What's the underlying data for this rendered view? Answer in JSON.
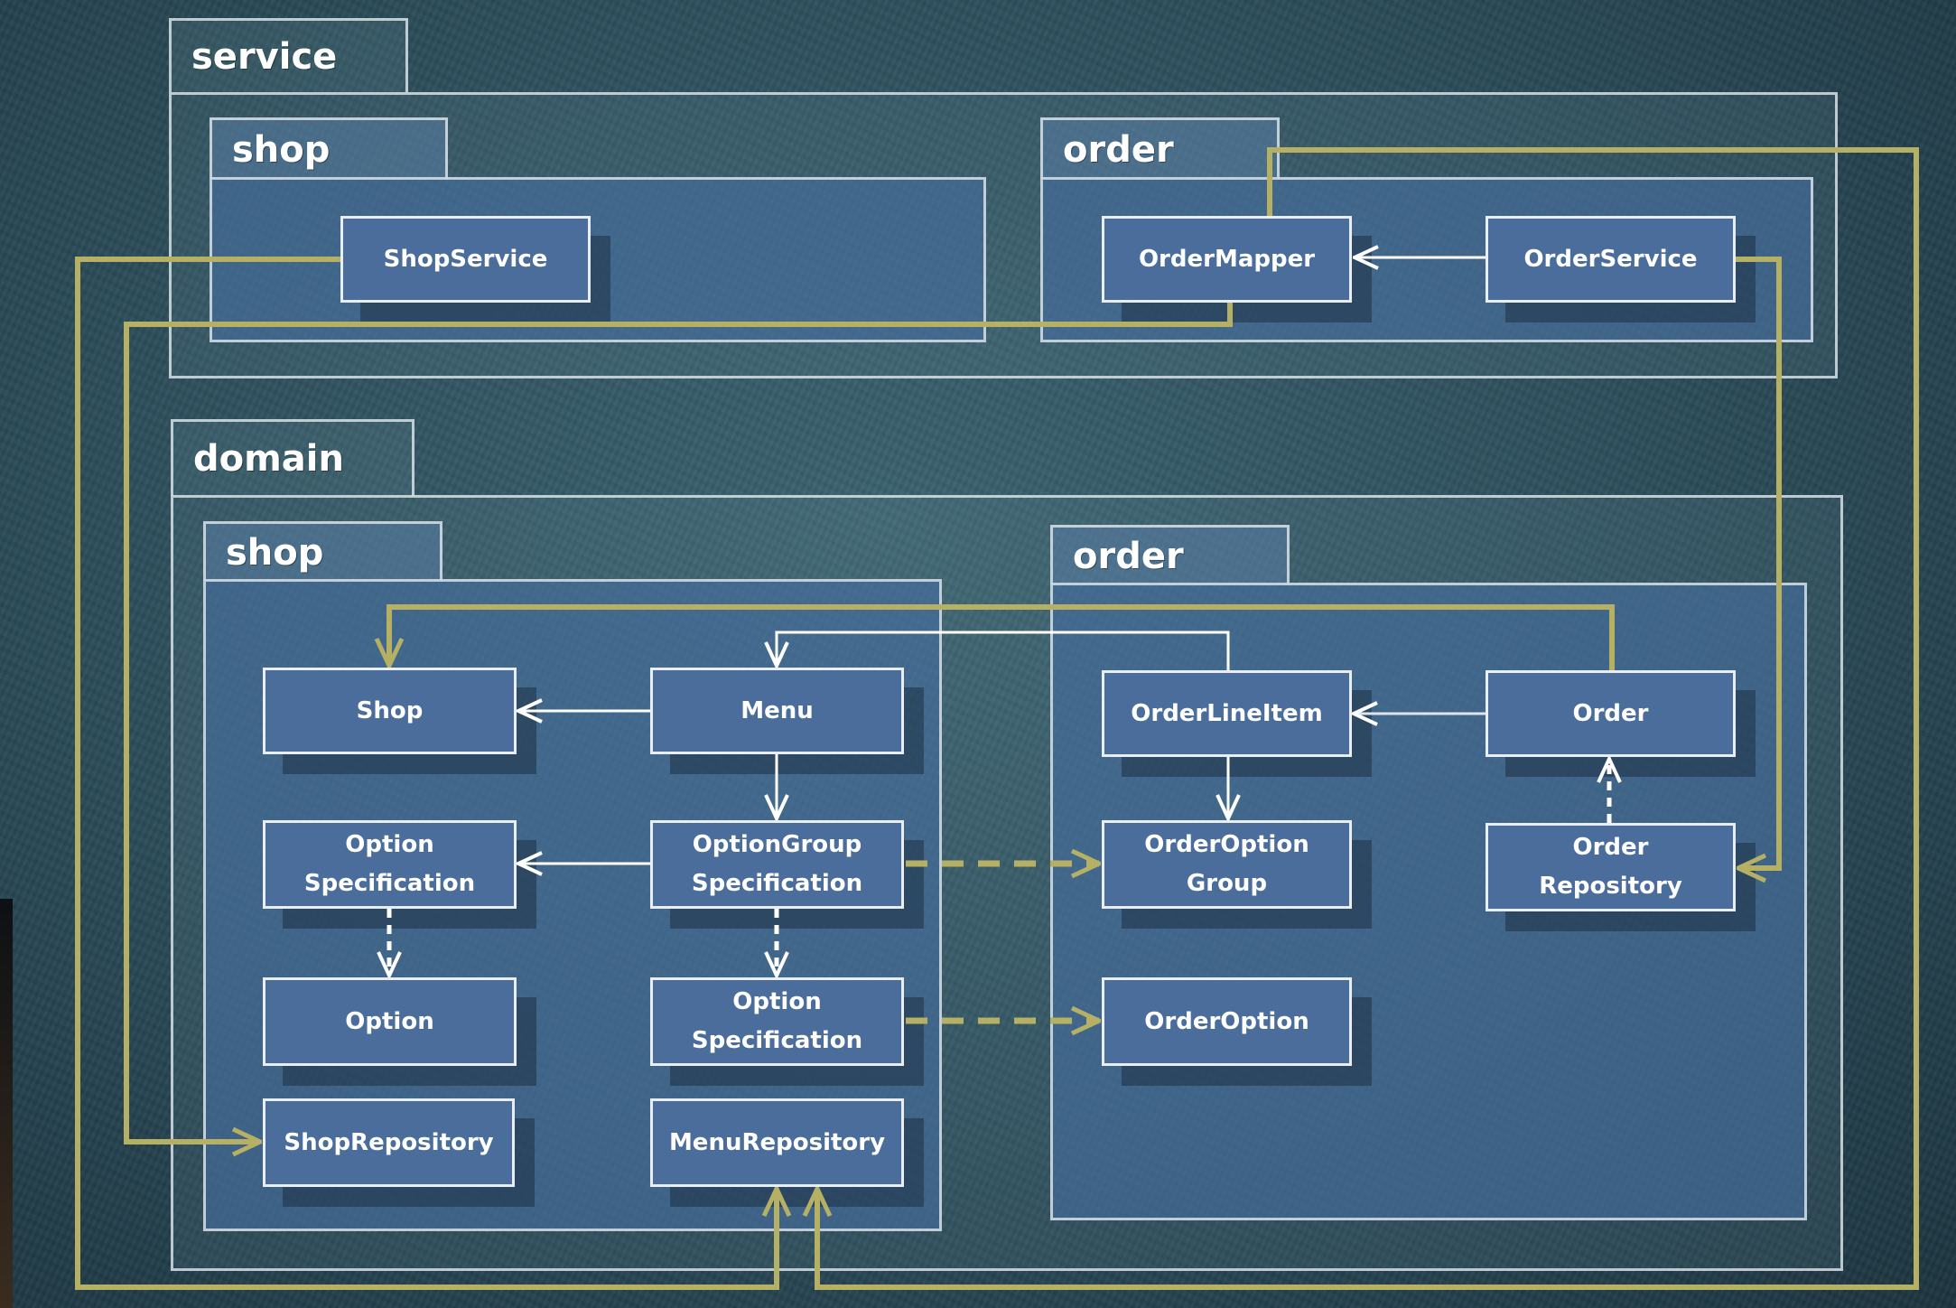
{
  "service": {
    "label": "service",
    "shop": {
      "label": "shop",
      "classes": {
        "shop_service": "ShopService"
      }
    },
    "order": {
      "label": "order",
      "classes": {
        "order_mapper": "OrderMapper",
        "order_service": "OrderService"
      }
    }
  },
  "domain": {
    "label": "domain",
    "shop": {
      "label": "shop",
      "classes": {
        "shop": "Shop",
        "menu": "Menu",
        "option_specification": "Option\nSpecification",
        "option_group_specification": "OptionGroup\nSpecification",
        "option": "Option",
        "option_specification_2": "Option\nSpecification",
        "shop_repository": "ShopRepository",
        "menu_repository": "MenuRepository"
      }
    },
    "order": {
      "label": "order",
      "classes": {
        "order_line_item": "OrderLineItem",
        "order": "Order",
        "order_option_group": "OrderOption\nGroup",
        "order_repository": "Order\nRepository",
        "order_option": "OrderOption"
      }
    }
  },
  "colors": {
    "dependency_line": "#b5b064",
    "association_line": "#ffffff",
    "class_fill": "#4a6d9c",
    "class_border": "#e8eef4"
  }
}
